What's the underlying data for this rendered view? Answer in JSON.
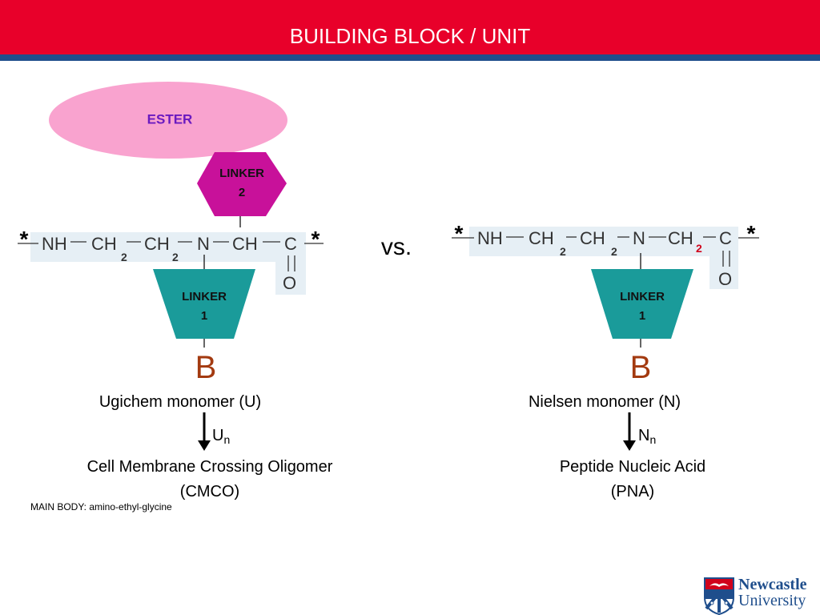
{
  "header": {
    "title": "BUILDING BLOCK / UNIT"
  },
  "left": {
    "ester_label": "ESTER",
    "linker2_label_line1": "LINKER",
    "linker2_label_line2": "2",
    "linker1_label_line1": "LINKER",
    "linker1_label_line2": "1",
    "star_left": "*",
    "star_right": "*",
    "chain": {
      "nh": "NH",
      "ch2a": "CH",
      "sub_a": "2",
      "ch2b": "CH",
      "sub_b": "2",
      "n": "N",
      "ch": "CH",
      "c": "C",
      "o": "O"
    },
    "base": "B",
    "monomer_name": "Ugichem monomer (U)",
    "oligomer_symbol": "U",
    "oligomer_subscript": "n",
    "product_line1": "Cell Membrane Crossing Oligomer",
    "product_line2": "(CMCO)"
  },
  "vs_label": "vs.",
  "right": {
    "linker1_label_line1": "LINKER",
    "linker1_label_line2": "1",
    "star_left": "*",
    "star_right": "*",
    "chain": {
      "nh": "NH",
      "ch2a": "CH",
      "sub_a": "2",
      "ch2b": "CH",
      "sub_b": "2",
      "n": "N",
      "ch2c": "CH",
      "sub_c": "2",
      "c": "C",
      "o": "O"
    },
    "base": "B",
    "monomer_name": "Nielsen monomer (N)",
    "oligomer_symbol": "N",
    "oligomer_subscript": "n",
    "product_line1": "Peptide Nucleic Acid",
    "product_line2": "(PNA)"
  },
  "footer_note": "MAIN BODY: amino-ethyl-glycine",
  "logo": {
    "line1": "Newcastle",
    "line2": "University"
  },
  "colors": {
    "header_red": "#e8002a",
    "header_stripe": "#1f4e8c",
    "ester_pink": "#f9a3cf",
    "linker2_magenta": "#c8119a",
    "linker1_teal": "#1a9b9a",
    "chain_bg": "#e6eff5",
    "base_brown": "#a33a10"
  }
}
